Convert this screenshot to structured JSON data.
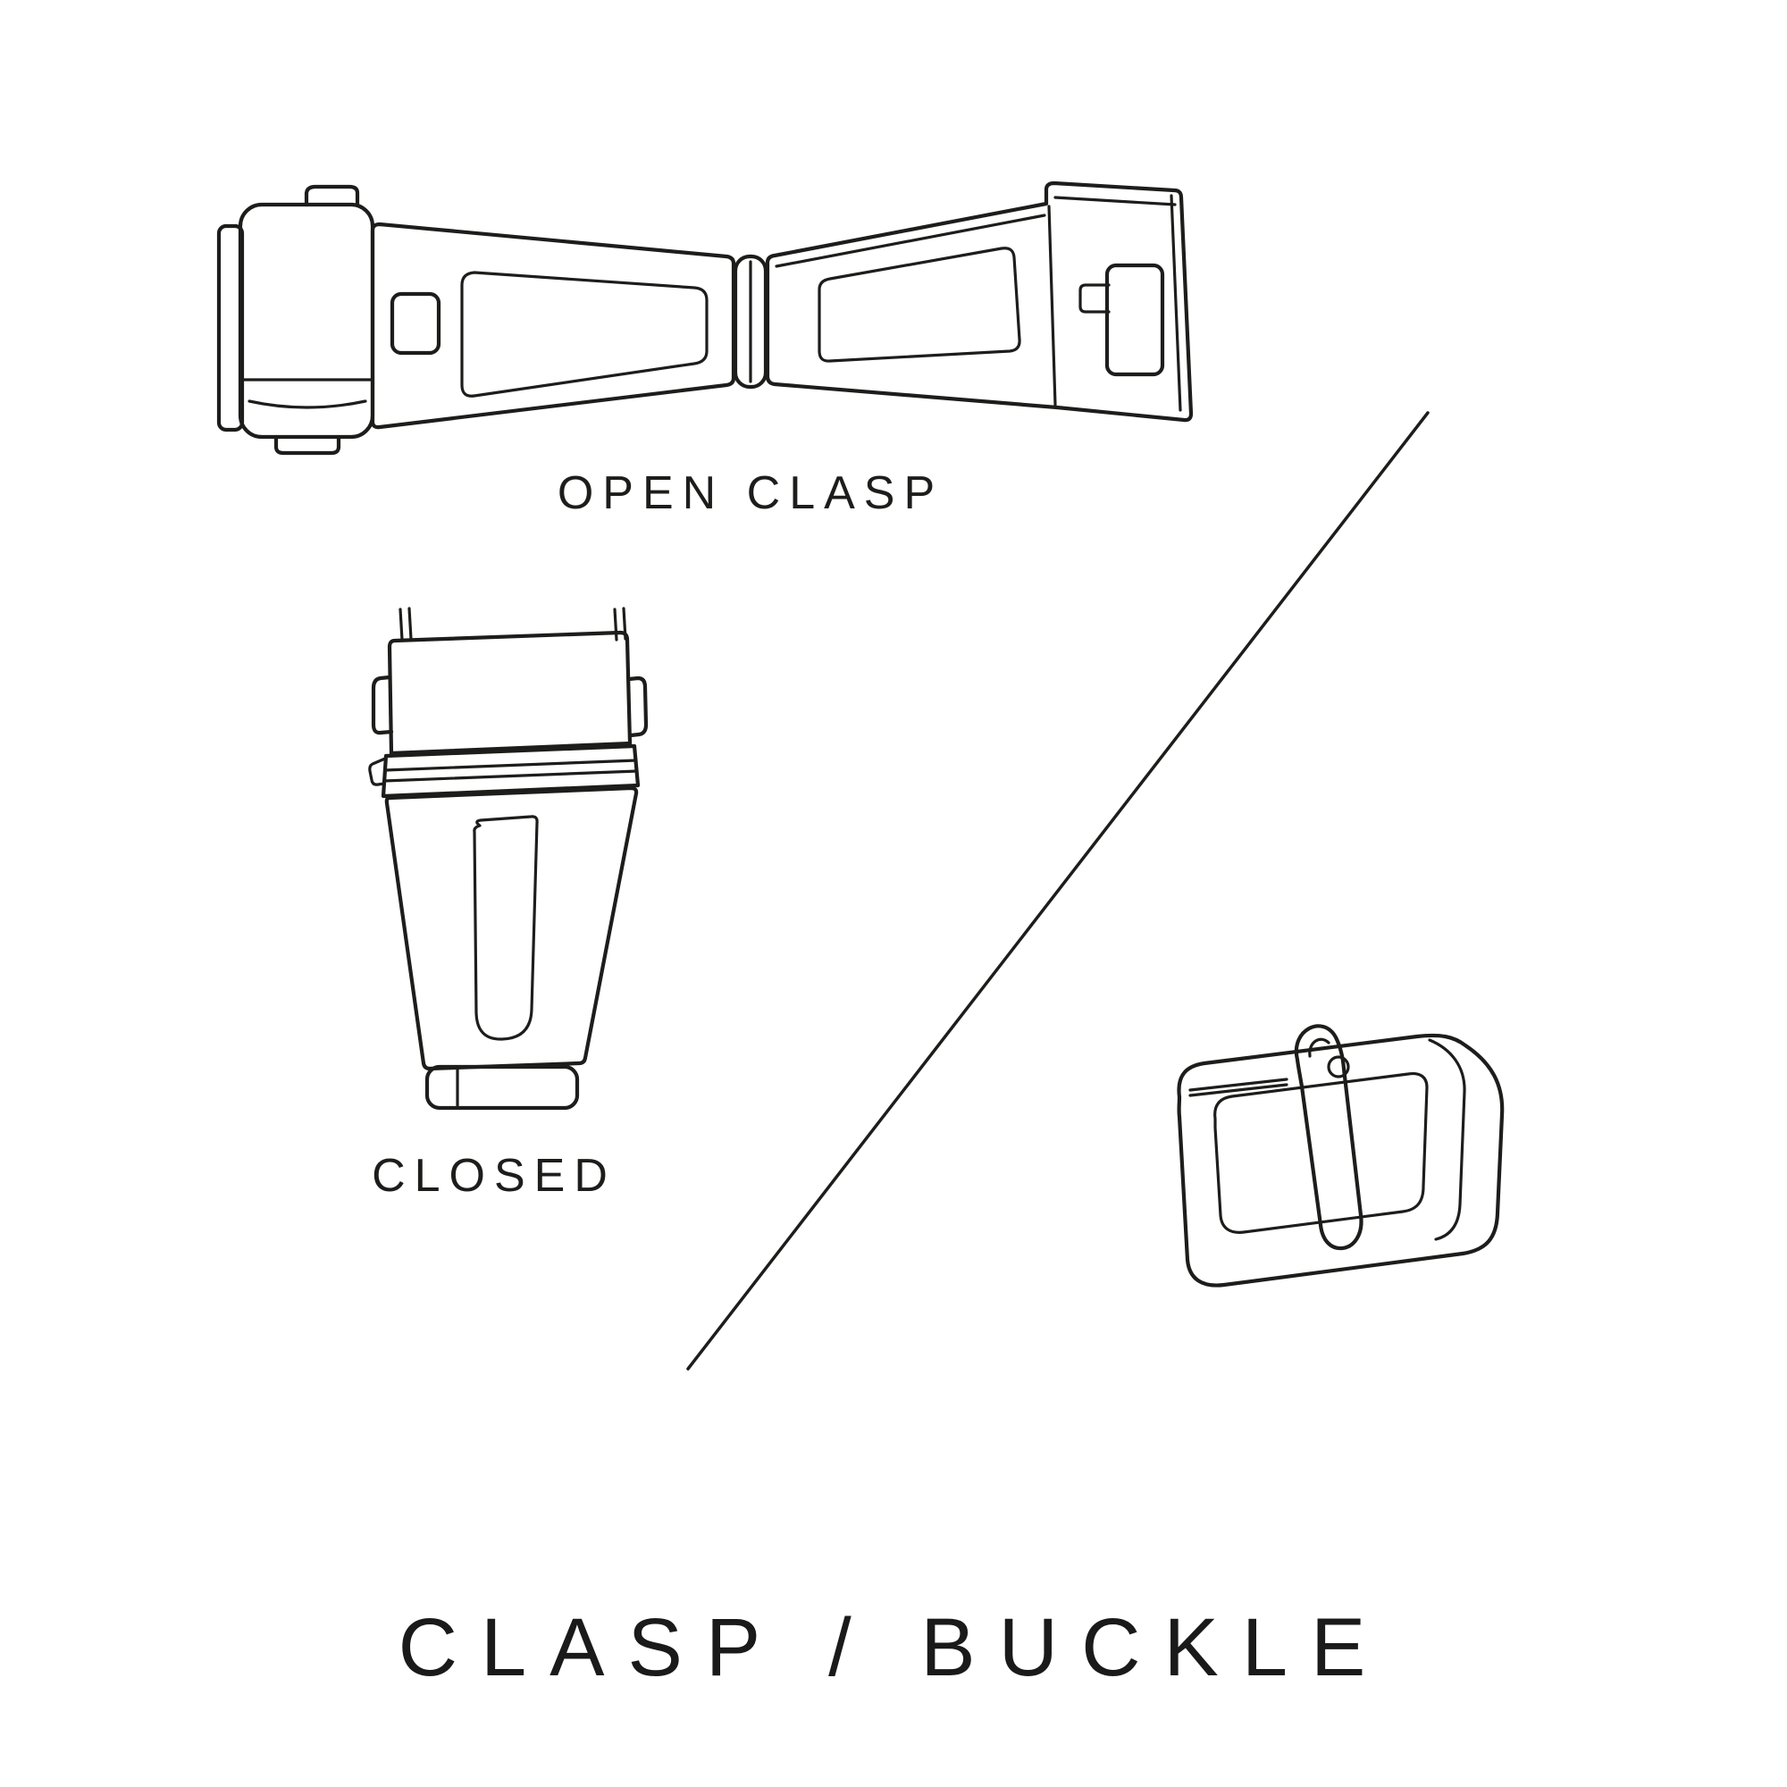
{
  "title": "CLASP / BUCKLE",
  "figures": {
    "open_clasp": {
      "icon": "open-clasp-illustration",
      "caption": "OPEN CLASP"
    },
    "closed_clasp": {
      "icon": "closed-clasp-illustration",
      "caption": "CLOSED"
    },
    "buckle": {
      "icon": "tang-buckle-illustration"
    }
  },
  "divider": {
    "icon": "diagonal-divider-line"
  },
  "colors": {
    "background": "#ffffff",
    "ink": "#1d1d1b"
  }
}
